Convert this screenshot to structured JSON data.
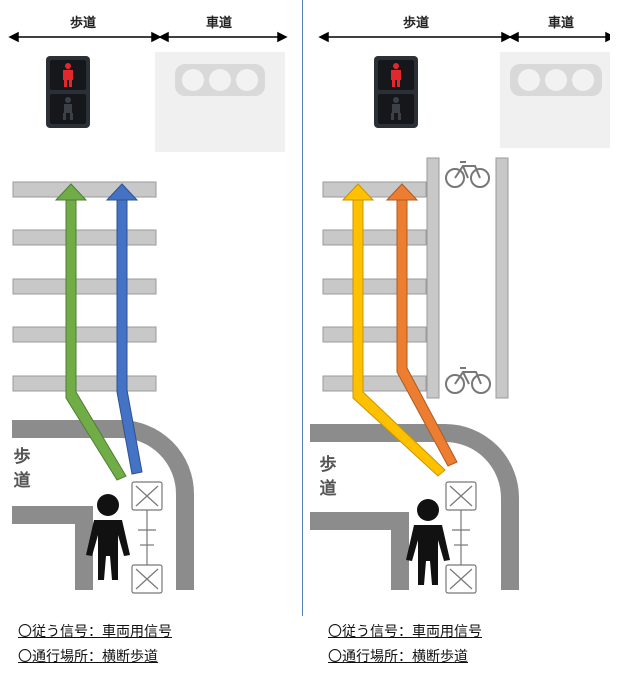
{
  "panels": [
    {
      "header": {
        "sidewalk_label": "歩道",
        "road_label": "車道"
      },
      "corner_label": [
        "歩",
        "道"
      ],
      "arrow_colors": [
        "#70ad47",
        "#4472c4"
      ],
      "captions": [
        "〇従う信号：車両用信号",
        "〇通行場所：横断歩道"
      ]
    },
    {
      "header": {
        "sidewalk_label": "歩道",
        "road_label": "車道"
      },
      "corner_label": [
        "歩",
        "道"
      ],
      "arrow_colors": [
        "#ffc000",
        "#ed7d31"
      ],
      "captions": [
        "〇従う信号：車両用信号",
        "〇通行場所：横断歩道"
      ]
    }
  ],
  "colors": {
    "pedestrian_signal_red": "#e0282d",
    "road_edge": "#8c8c8c",
    "crosswalk_stripe": "#c8c8c8",
    "bike_lane_bar": "#c8c8c8",
    "vehicle_signal_box": "#f0f0f0"
  },
  "icons": [
    "pedestrian-signal-icon",
    "vehicle-signal-icon",
    "bicycle-icon",
    "pedestrian-icon"
  ]
}
